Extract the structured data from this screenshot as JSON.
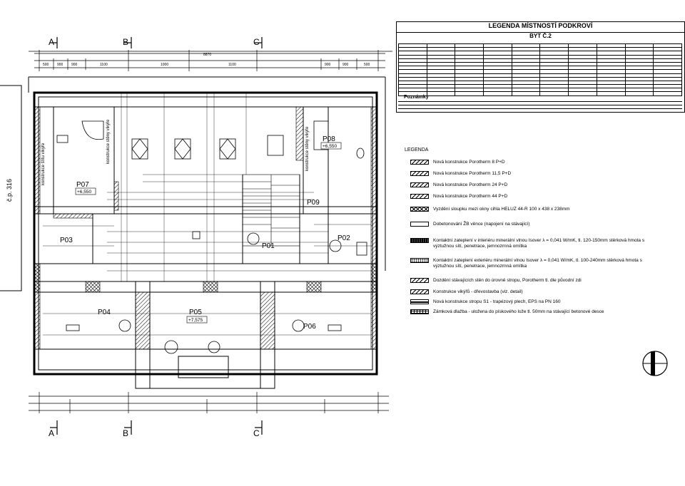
{
  "legend_rooms": {
    "title": "LEGENDA MÍSTNOSTÍ PODKROVÍ",
    "subtitle": "BYT Č.2",
    "poznamky_title": "Poznámky"
  },
  "legend_materials": {
    "heading": "LEGENDA",
    "items": [
      {
        "pattern": "hatch",
        "text": "Nová konstrukce Porotherm 8 P+D"
      },
      {
        "pattern": "hatch",
        "text": "Nová konstrukce Porotherm 11,5 P+D"
      },
      {
        "pattern": "hatch",
        "text": "Nová konstrukce Porotherm 24 P+D"
      },
      {
        "pattern": "hatch",
        "text": "Nová konstrukce Porotherm 44 P+D"
      },
      {
        "pattern": "cross",
        "text": "Vyzdění sloupku mezi okny cihla HELUZ 44-R 100 x 438 x 238mm"
      },
      {
        "pattern": "plain",
        "text": "Dobetonování ŽB věnce (napojení na stávající)"
      },
      {
        "pattern": "dark",
        "text": "Kontaktní zateplení v interiéru minerální vlnou Isover λ = 0,041 W/mK, tl. 120-150mm stěrková hmota s výztužnou sítí, penetrace, jemnozrnná omítka"
      },
      {
        "pattern": "dots",
        "text": "Kontaktní zateplení exteriéru minerální vlnou Isover λ = 0,041 W/mK, tl. 100-240mm stěrková hmota s výztužnou sítí, penetrace, jemnozrnná omítka"
      },
      {
        "pattern": "hatch",
        "text": "Dozdění stávajících stěn do úrovně stropu, Porotherm tl. dle původní zdi"
      },
      {
        "pattern": "hatch",
        "text": "Konstrukce vikýřů - dřevostavba (viz. detail)"
      },
      {
        "pattern": "line",
        "text": "Nová konstrukce stropu S1 - trapézový plech, EPS na PN 160"
      },
      {
        "pattern": "grid",
        "text": "Zámková dlažba - uložena do pískového lože tl. 50mm na stávající betonové desce"
      }
    ]
  },
  "plan": {
    "rooms": [
      {
        "id": "P01",
        "level": null
      },
      {
        "id": "P02",
        "level": null
      },
      {
        "id": "P03",
        "level": null
      },
      {
        "id": "P04",
        "level": null
      },
      {
        "id": "P05",
        "level": "+7,575"
      },
      {
        "id": "P06",
        "level": null
      },
      {
        "id": "P07",
        "level": "+6,550"
      },
      {
        "id": "P08",
        "level": "+6,550"
      },
      {
        "id": "P09",
        "level": null
      }
    ],
    "section_marks": [
      "A",
      "B",
      "C"
    ],
    "side_label": "č.p. 316",
    "top_dims": [
      "500",
      "900",
      "900",
      "1100",
      "1000",
      "1100",
      "900",
      "900",
      "500"
    ],
    "total_dim": "8870"
  }
}
